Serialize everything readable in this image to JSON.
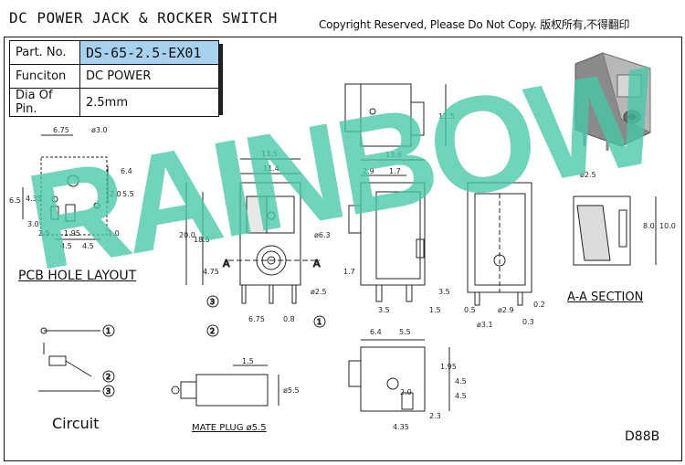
{
  "header": {
    "title": "DC POWER JACK & ROCKER SWITCH",
    "copyright": "Copyright Reserved, Please Do Not Copy. 版权所有,不得翻印"
  },
  "spec_table": {
    "rows": [
      {
        "label": "Part. No.",
        "value": "DS-65-2.5-EX01"
      },
      {
        "label": "Funciton",
        "value": "DC POWER"
      },
      {
        "label": "Dia Of Pin.",
        "value": "2.5mm"
      }
    ]
  },
  "labels": {
    "pcb_layout": "PCB HOLE LAYOUT",
    "aa_section": "A-A SECTION",
    "circuit": "Circuit",
    "mate_plug": "MATE PLUG ø5.5",
    "drawing_code": "D88B",
    "section_mark": "A"
  },
  "watermark": "RAINBOW",
  "dimensions": {
    "pcb": [
      "6.75",
      "ø3.0",
      "6.5",
      "4.35",
      "6.4",
      "2.0",
      "5.5",
      "3.0",
      "2.5",
      "1.95",
      "1.0",
      "4.5",
      "4.5"
    ],
    "front": [
      "13.5",
      "11.4",
      "20.0",
      "18.5",
      "ø6.3",
      "4.75",
      "ø2.5",
      "6.75",
      "0.8"
    ],
    "side": [
      "13.9",
      "2.9",
      "1.7",
      "1.7",
      "3.5",
      "3.5",
      "1.5"
    ],
    "top": [
      "11.5"
    ],
    "right": [
      "0.5",
      "ø3.1",
      "ø2.9",
      "0.2",
      "0.3"
    ],
    "section": [
      "ø2.5",
      "10.0",
      "8.0"
    ],
    "bottom": [
      "6.4",
      "5.5",
      "1.95",
      "4.5",
      "4.5",
      "2.0",
      "2.3",
      "4.35"
    ],
    "plug": [
      "1.5",
      "ø5.5"
    ]
  },
  "callouts": [
    "1",
    "2",
    "3"
  ]
}
